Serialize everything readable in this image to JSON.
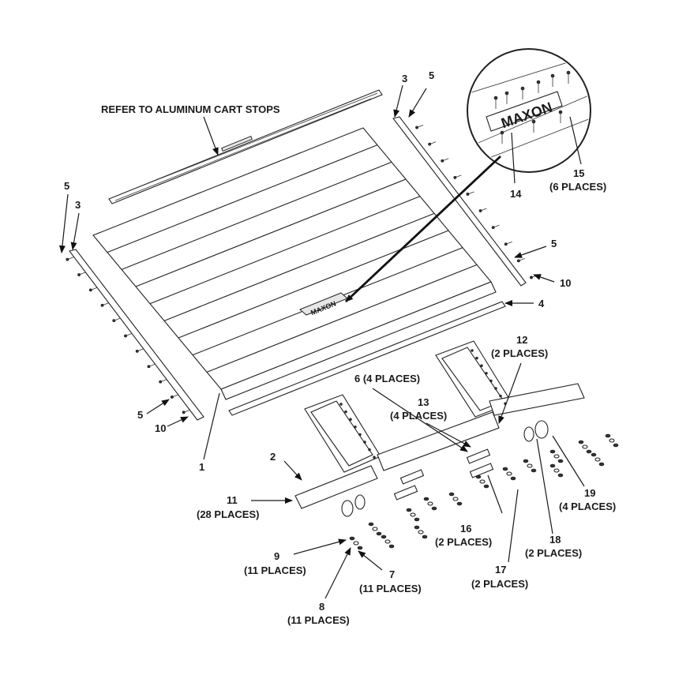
{
  "callouts": {
    "refer": "REFER TO ALUMINUM CART STOPS",
    "n1": "1",
    "n2": "2",
    "n3_right": "3",
    "n3_left": "3",
    "n4": "4",
    "n5_top": "5",
    "n5_left_top": "5",
    "n5_right": "5",
    "n5_left_bottom": "5",
    "n6": "6 (4 PLACES)",
    "n7": "7",
    "n7_qty": "(11 PLACES)",
    "n8": "8",
    "n8_qty": "(11 PLACES)",
    "n9": "9",
    "n9_qty": "(11 PLACES)",
    "n10_right": "10",
    "n10_left": "10",
    "n11": "11",
    "n11_qty": "(28 PLACES)",
    "n12": "12",
    "n12_qty": "(2 PLACES)",
    "n13": "13",
    "n13_qty": "(4 PLACES)",
    "n14": "14",
    "n15": "15",
    "n15_qty": "(6 PLACES)",
    "n16": "16",
    "n16_qty": "(2 PLACES)",
    "n17": "17",
    "n17_qty": "(2 PLACES)",
    "n18": "18",
    "n18_qty": "(2 PLACES)",
    "n19": "19",
    "n19_qty": "(4 PLACES)"
  },
  "logo": {
    "text": "MAXON"
  },
  "colors": {
    "line": "#222222",
    "background": "#ffffff"
  }
}
